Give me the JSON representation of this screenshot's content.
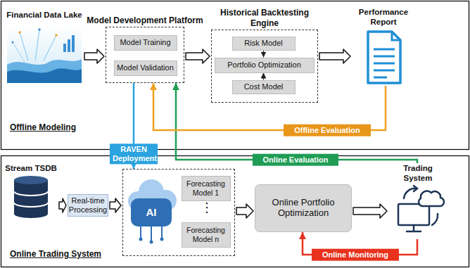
{
  "diagram": {
    "nodes": [
      {
        "text": [
          "Financial Data Lake"
        ]
      },
      {
        "text": [
          "Model Development Platform"
        ]
      },
      {
        "text": [
          "Model Training"
        ],
        "in": 1
      },
      {
        "text": [
          "Model Validation"
        ],
        "in": 1
      },
      {
        "text": [
          "Historical Backtesting Engine"
        ]
      },
      {
        "text": [
          "Risk Model"
        ],
        "in": 4
      },
      {
        "text": [
          "Portfolio Optimization"
        ],
        "in": 4
      },
      {
        "text": [
          "Cost Model"
        ],
        "in": 4
      },
      {
        "text": [
          "Performance Report"
        ]
      },
      {
        "text": [
          "Stream TSDB"
        ]
      },
      {
        "text": [
          "Real-time Processing"
        ]
      },
      {
        "text": [
          "⋮"
        ]
      },
      {
        "text": [
          "Forecasting Model 1"
        ],
        "in": 11
      },
      {
        "text": [
          "Forecasting Model n"
        ],
        "in": 11
      },
      {
        "text": [
          "Online Portfolio Optimization"
        ]
      },
      {
        "text": [
          "Trading System"
        ]
      }
    ],
    "edges": [
      {
        "from": 0,
        "to": 1,
        "arrow": "to"
      },
      {
        "from": 1,
        "to": 4,
        "arrow": "to"
      },
      {
        "from": 4,
        "to": 8,
        "arrow": "to"
      },
      {
        "from": 9,
        "to": 10,
        "arrow": "to"
      },
      {
        "from": 10,
        "to": 11,
        "arrow": "to"
      },
      {
        "from": 11,
        "to": 14,
        "arrow": "to"
      },
      {
        "from": 14,
        "to": 15,
        "arrow": "to"
      },
      {
        "from": 5,
        "to": 6,
        "arrow": "to"
      },
      {
        "from": 7,
        "to": 6,
        "arrow": "to"
      },
      {
        "from": 1,
        "to": 11,
        "label": "RAVEN Deployment",
        "arrow": "to"
      },
      {
        "from": 15,
        "to": 1,
        "label": "Online Evaluation",
        "arrow": "to"
      },
      {
        "from": 8,
        "to": 1,
        "label": "Offline Evaluation",
        "arrow": "to"
      },
      {
        "from": 15,
        "to": 14,
        "label": "Online Monitoring",
        "arrow": "to"
      }
    ],
    "labels": [
      "Offline Modeling",
      "Online Trading System",
      "AI"
    ]
  }
}
